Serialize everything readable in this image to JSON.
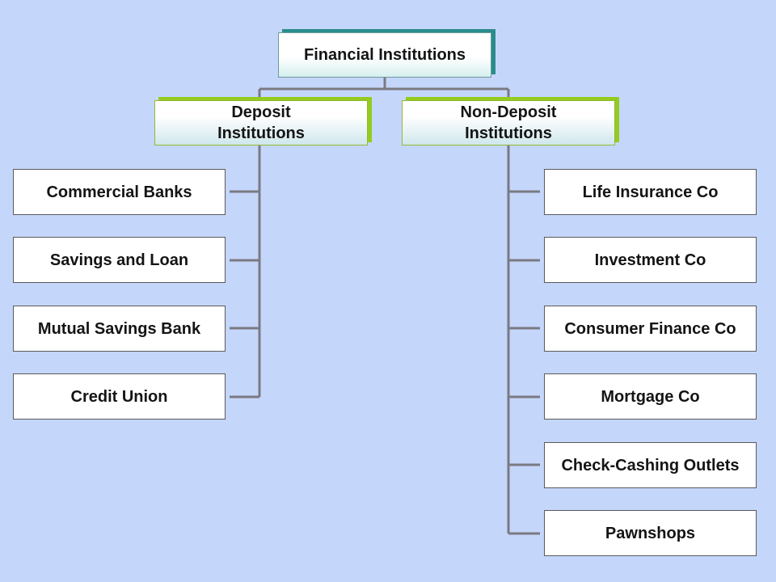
{
  "diagram": {
    "root": {
      "label": "Financial Institutions"
    },
    "branches": [
      {
        "label": "Deposit\nInstitutions",
        "children": [
          "Commercial Banks",
          "Savings and Loan",
          "Mutual Savings Bank",
          "Credit Union"
        ]
      },
      {
        "label": "Non-Deposit\nInstitutions",
        "children": [
          "Life Insurance Co",
          "Investment Co",
          "Consumer Finance Co",
          "Mortgage Co",
          "Check-Cashing Outlets",
          "Pawnshops"
        ]
      }
    ]
  },
  "colors": {
    "background": "#c5d6fb",
    "root_accent": "#2a8c8c",
    "branch_accent": "#94cc1e",
    "connector": "#7a7a82"
  }
}
